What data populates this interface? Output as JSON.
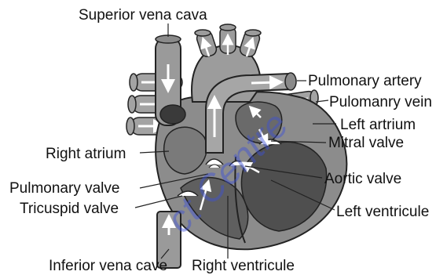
{
  "diagram": {
    "labels": {
      "superior_vena_cava": "Superior vena cava",
      "pulmonary_artery": "Pulmonary artery",
      "pulmonary_vein": "Pulomanry vein",
      "left_atrium": "Left artrium",
      "mitral_valve": "Mitral valve",
      "right_atrium": "Right atrium",
      "aortic_valve": "Aortic valve",
      "pulmonary_valve": "Pulmonary valve",
      "tricuspid_valve": "Tricuspid valve",
      "left_ventricle": "Left ventricule",
      "inferior_vena_cava": "Inferior vena cave",
      "right_ventricle": "Right ventricule"
    },
    "watermark": "ct Centre"
  },
  "colors": {
    "outline": "#222222",
    "vessel": "#9a9a9a",
    "chamber": "#6e6e6e",
    "dark": "#3a3a3a",
    "valve": "#ffffff",
    "watermark": "#3b4fd6"
  }
}
